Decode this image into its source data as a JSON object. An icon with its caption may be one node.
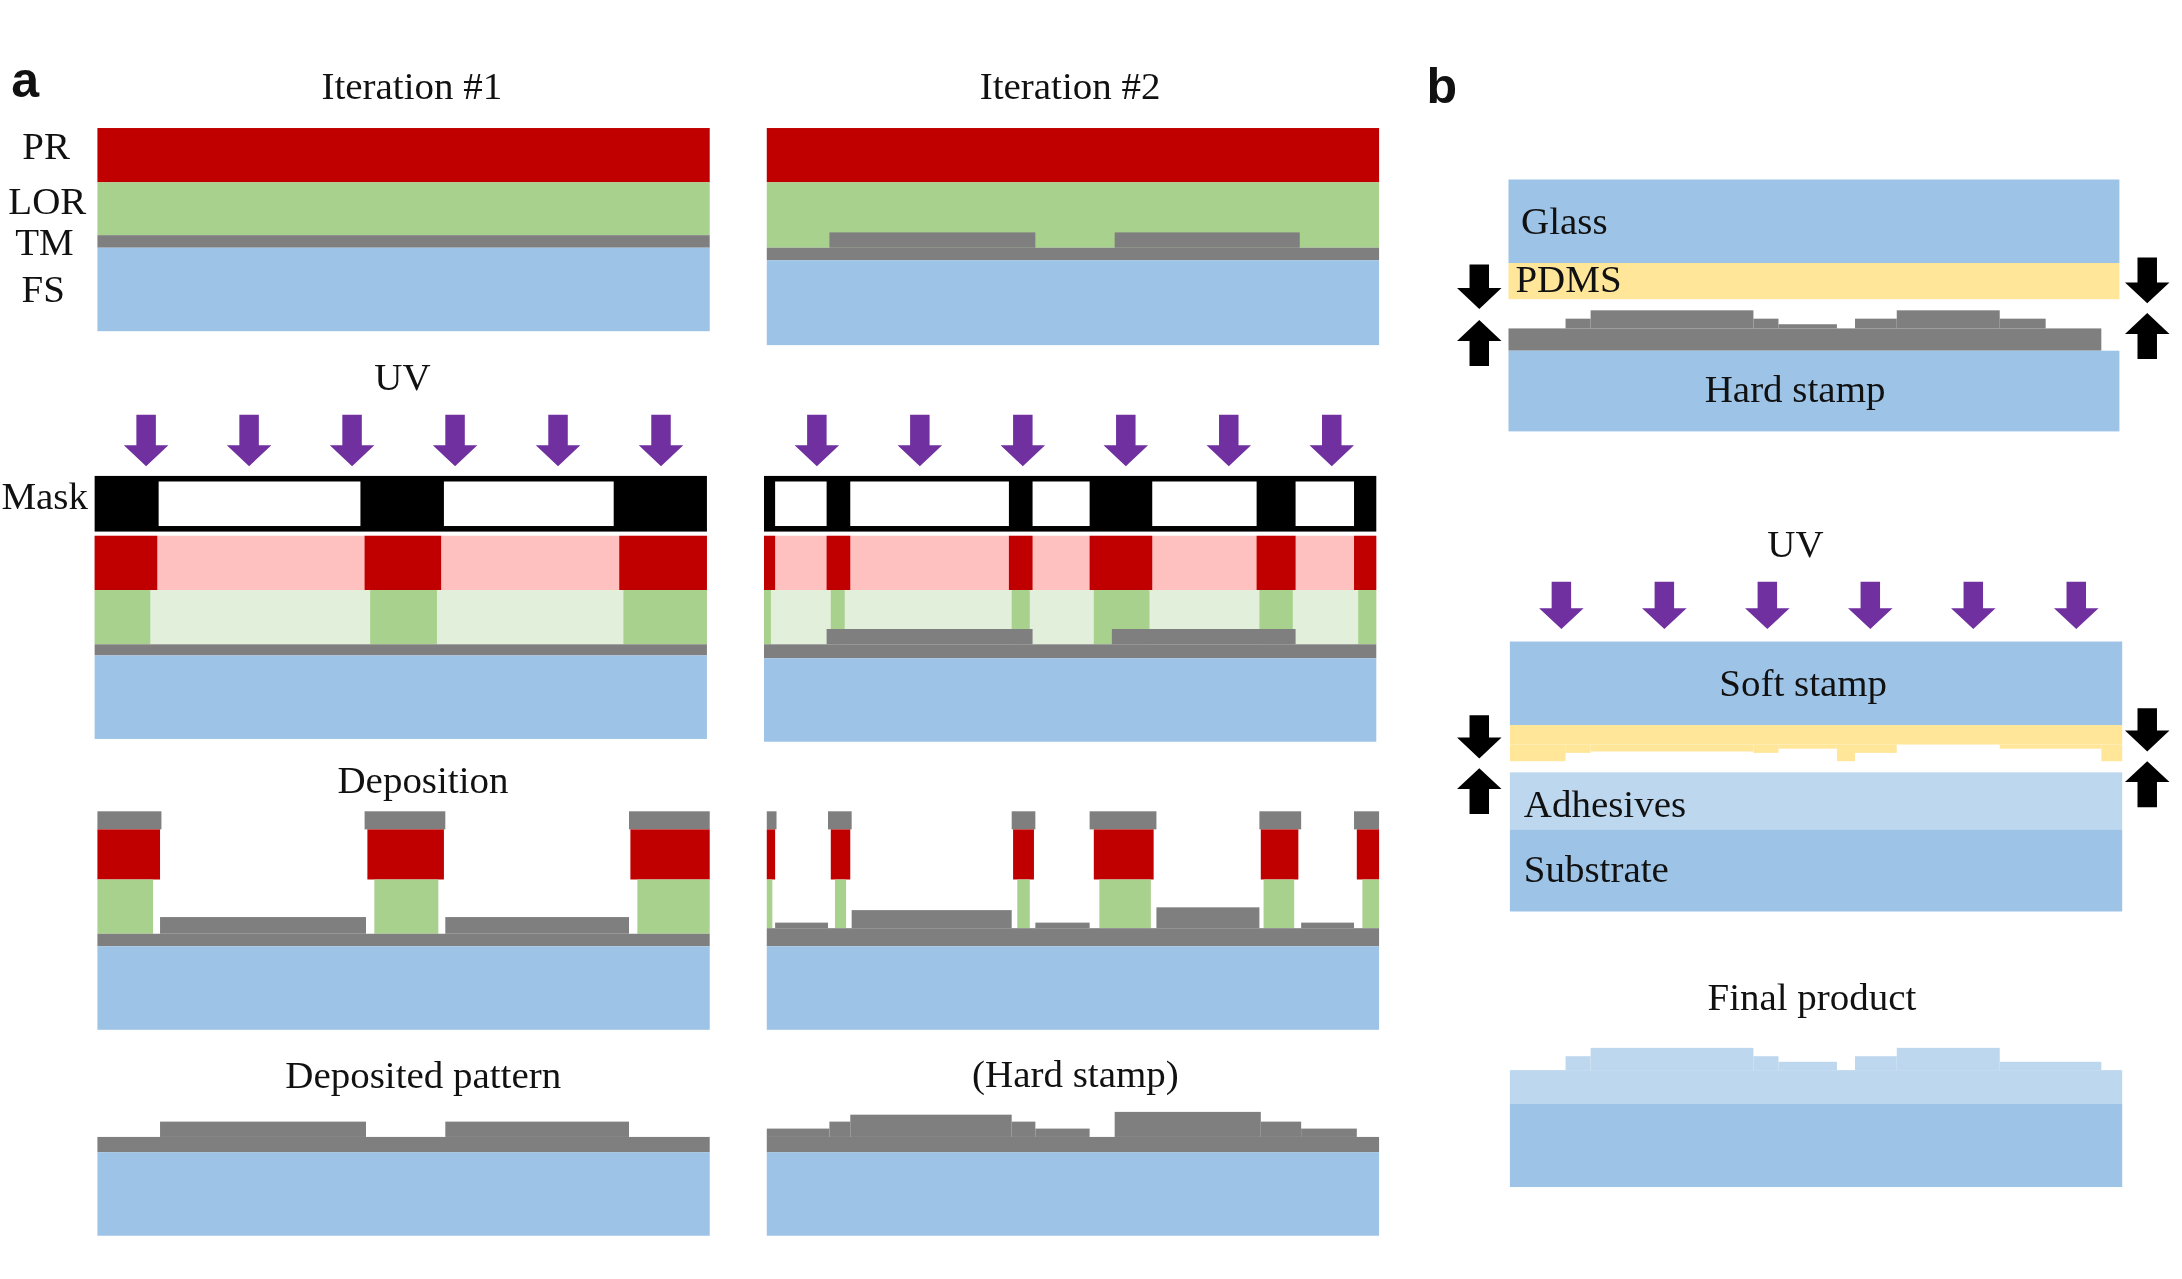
{
  "diagram": {
    "labels": [
      "a",
      "Iteration #1",
      "Iteration #2",
      "b",
      "PR",
      "Glass",
      "LOR",
      "TM",
      "PDMS",
      "FS",
      "UV",
      "Hard stamp",
      "Mask",
      "UV",
      "Soft stamp",
      "Deposition",
      "Adhesives",
      "Substrate",
      "Final product",
      "Deposited pattern",
      "(Hard stamp)"
    ]
  }
}
